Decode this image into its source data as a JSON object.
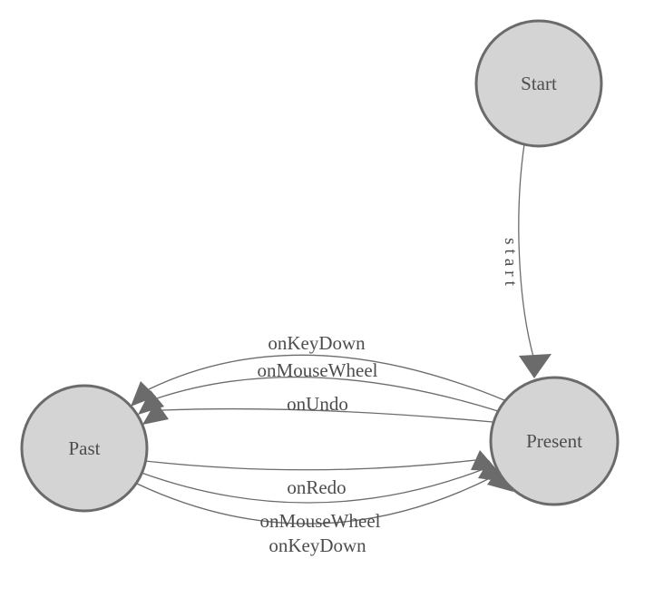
{
  "diagram": {
    "type": "state-machine",
    "colors": {
      "background": "#ffffff",
      "node_fill": "#d4d4d4",
      "node_stroke": "#6b6b6b",
      "edge_color": "#6b6b6b",
      "arrow_color": "#6b6b6b",
      "text_color": "#4d4d4d"
    },
    "nodes": [
      {
        "id": "start",
        "label": "Start"
      },
      {
        "id": "present",
        "label": "Present"
      },
      {
        "id": "past",
        "label": "Past"
      }
    ],
    "edges": [
      {
        "from": "Start",
        "to": "Present",
        "label": "start"
      },
      {
        "from": "Present",
        "to": "Past",
        "label": "onKeyDown"
      },
      {
        "from": "Present",
        "to": "Past",
        "label": "onMouseWheel"
      },
      {
        "from": "Present",
        "to": "Past",
        "label": "onUndo"
      },
      {
        "from": "Past",
        "to": "Present",
        "label": "onRedo"
      },
      {
        "from": "Past",
        "to": "Present",
        "label": "onMouseWheel"
      },
      {
        "from": "Past",
        "to": "Present",
        "label": "onKeyDown"
      }
    ]
  }
}
